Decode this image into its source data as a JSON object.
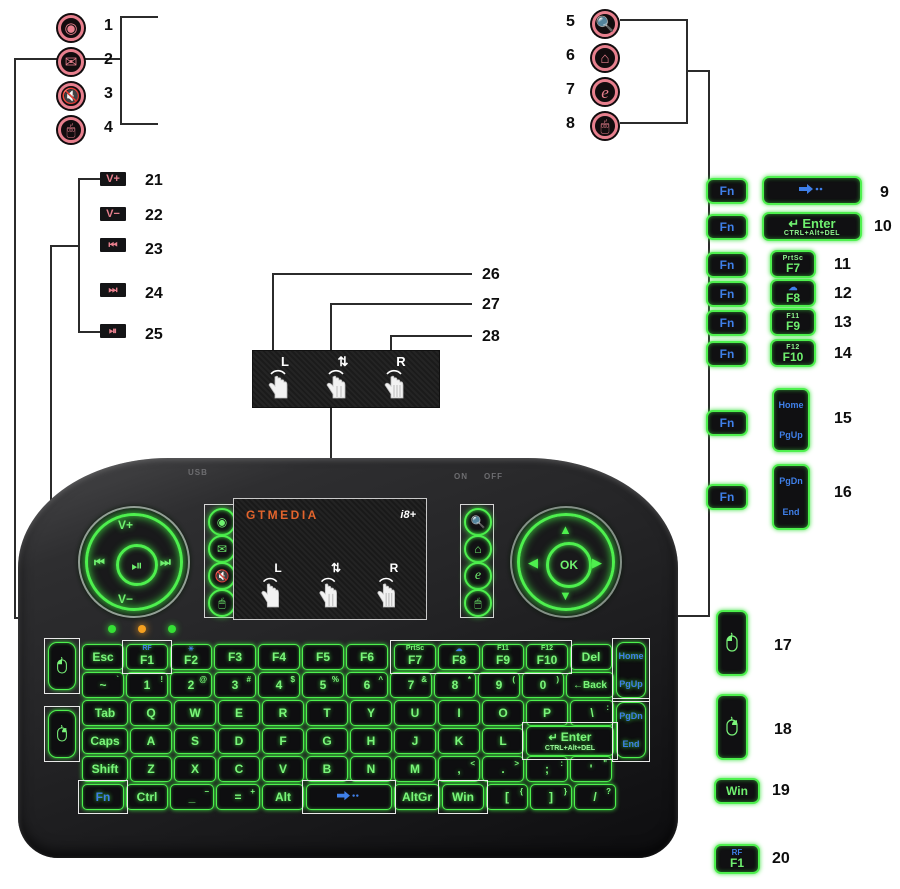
{
  "document": {
    "title": "GTMEDIA i8+ Wireless Mini Keyboard — Parts Diagram",
    "brand": "GTMEDIA",
    "model": "i8+"
  },
  "callouts_top_left": [
    {
      "num": "1",
      "icon": "media-player-icon",
      "meaning": "Media player"
    },
    {
      "num": "2",
      "icon": "email-icon",
      "meaning": "Email"
    },
    {
      "num": "3",
      "icon": "mute-icon",
      "meaning": "Mute"
    },
    {
      "num": "4",
      "icon": "mouse-icon",
      "meaning": "Mouse mode"
    }
  ],
  "callouts_top_right": [
    {
      "num": "5",
      "icon": "search-icon",
      "meaning": "Search"
    },
    {
      "num": "6",
      "icon": "home-icon",
      "meaning": "Home"
    },
    {
      "num": "7",
      "icon": "browser-e-icon",
      "meaning": "Internet browser"
    },
    {
      "num": "8",
      "icon": "mouse-icon",
      "meaning": "Mouse pointer"
    }
  ],
  "media_callouts": [
    {
      "num": "21",
      "label": "V+",
      "icon": "volume-up-icon"
    },
    {
      "num": "22",
      "label": "V−",
      "icon": "volume-down-icon"
    },
    {
      "num": "23",
      "label": "⏮",
      "icon": "previous-track-icon"
    },
    {
      "num": "24",
      "label": "⏭",
      "icon": "next-track-icon"
    },
    {
      "num": "25",
      "label": "⏯",
      "icon": "play-pause-icon"
    }
  ],
  "touchpad_callouts": [
    {
      "num": "26",
      "label": "L",
      "icon": "left-click-hand-icon"
    },
    {
      "num": "27",
      "label": "⇅",
      "icon": "scroll-hand-icon"
    },
    {
      "num": "28",
      "label": "R",
      "icon": "right-click-hand-icon"
    }
  ],
  "fn_combos": [
    {
      "num": "9",
      "fn": "Fn",
      "key_main": "",
      "key_top": "",
      "key_sub": "",
      "icon": "spacebar-swipe-icon",
      "shape": "wide"
    },
    {
      "num": "10",
      "fn": "Fn",
      "key_main": "Enter",
      "key_top": "",
      "key_sub": "CTRL+Alt+DEL",
      "icon": "enter-arrow-icon",
      "shape": "wide"
    },
    {
      "num": "11",
      "fn": "Fn",
      "key_main": "F7",
      "key_top": "PrtSc",
      "key_sub": "",
      "icon": "",
      "shape": "small"
    },
    {
      "num": "12",
      "fn": "Fn",
      "key_main": "F8",
      "key_top": "",
      "key_sub": "",
      "icon": "wifi-off-icon",
      "shape": "small"
    },
    {
      "num": "13",
      "fn": "Fn",
      "key_main": "F9",
      "key_top": "F11",
      "key_sub": "",
      "icon": "",
      "shape": "small"
    },
    {
      "num": "14",
      "fn": "Fn",
      "key_main": "F10",
      "key_top": "F12",
      "key_sub": "",
      "icon": "",
      "shape": "small"
    },
    {
      "num": "15",
      "fn": "Fn",
      "key_main": "Home",
      "key_top": "",
      "key_sub": "PgUp",
      "icon": "",
      "shape": "tall"
    },
    {
      "num": "16",
      "fn": "Fn",
      "key_main": "PgDn",
      "key_top": "",
      "key_sub": "End",
      "icon": "",
      "shape": "tall"
    }
  ],
  "single_keys": [
    {
      "num": "17",
      "label": "",
      "icon": "mouse-left-icon",
      "shape": "tall"
    },
    {
      "num": "18",
      "label": "",
      "icon": "mouse-right-icon",
      "shape": "tall"
    },
    {
      "num": "19",
      "label": "Win",
      "icon": "",
      "shape": "small"
    },
    {
      "num": "20",
      "label": "F1",
      "top": "RF",
      "icon": "",
      "shape": "small"
    }
  ],
  "device": {
    "port_label": "USB",
    "switch_on": "ON",
    "switch_off": "OFF",
    "ring": {
      "up": "V+",
      "down": "V−",
      "left": "⏮",
      "right": "⏭",
      "center": "⏯"
    },
    "dpad": {
      "ok": "OK",
      "up": "▲",
      "down": "▼",
      "left": "◀",
      "right": "▶"
    },
    "left_icons": [
      "media-player-icon",
      "email-icon",
      "mute-icon",
      "mouse-icon"
    ],
    "right_icons": [
      "search-icon",
      "home-icon",
      "browser-e-icon",
      "mouse-icon"
    ],
    "touchpad_gestures": [
      {
        "label": "L",
        "icon": "left-click-hand-icon"
      },
      {
        "label": "⇅",
        "icon": "scroll-hand-icon"
      },
      {
        "label": "R",
        "icon": "right-click-hand-icon"
      }
    ],
    "leds": [
      {
        "name": "power-led",
        "color": "#35e035"
      },
      {
        "name": "charge-led",
        "color": "#f5a020"
      },
      {
        "name": "link-led",
        "color": "#35e035"
      }
    ],
    "keyboard_rows": [
      [
        {
          "main": "Esc",
          "w": 40
        },
        {
          "main": "F1",
          "top": "RF",
          "topblue": true,
          "w": 40
        },
        {
          "main": "F2",
          "top": "☀",
          "topblue": true,
          "w": 40
        },
        {
          "main": "F3",
          "w": 40
        },
        {
          "main": "F4",
          "w": 40
        },
        {
          "main": "F5",
          "w": 40
        },
        {
          "main": "F6",
          "w": 40
        },
        {
          "main": "F7",
          "top": "PrtSc",
          "w": 40
        },
        {
          "main": "F8",
          "top": "☁",
          "topblue": true,
          "w": 40
        },
        {
          "main": "F9",
          "top": "F11",
          "w": 40
        },
        {
          "main": "F10",
          "top": "F12",
          "w": 40
        },
        {
          "main": "Del",
          "w": 40
        }
      ],
      [
        {
          "main": "~",
          "sup": "`",
          "w": 40
        },
        {
          "main": "1",
          "sup": "!",
          "w": 40
        },
        {
          "main": "2",
          "sup": "@",
          "w": 40
        },
        {
          "main": "3",
          "sup": "#",
          "w": 40
        },
        {
          "main": "4",
          "sup": "$",
          "w": 40
        },
        {
          "main": "5",
          "sup": "%",
          "w": 40
        },
        {
          "main": "6",
          "sup": "^",
          "w": 40
        },
        {
          "main": "7",
          "sup": "&",
          "w": 40
        },
        {
          "main": "8",
          "sup": "*",
          "w": 40
        },
        {
          "main": "9",
          "sup": "(",
          "w": 40
        },
        {
          "main": "0",
          "sup": ")",
          "w": 40
        },
        {
          "main": "Back",
          "w": 46
        }
      ],
      [
        {
          "main": "Tab",
          "w": 44
        },
        {
          "main": "Q",
          "w": 40
        },
        {
          "main": "W",
          "w": 40
        },
        {
          "main": "E",
          "w": 40
        },
        {
          "main": "R",
          "w": 40
        },
        {
          "main": "T",
          "w": 40
        },
        {
          "main": "Y",
          "w": 40
        },
        {
          "main": "U",
          "w": 40
        },
        {
          "main": "I",
          "w": 40
        },
        {
          "main": "O",
          "w": 40
        },
        {
          "main": "P",
          "w": 40
        },
        {
          "main": "\\",
          "sup": ":",
          "w": 42
        }
      ],
      [
        {
          "main": "Caps",
          "w": 44
        },
        {
          "main": "A",
          "w": 40
        },
        {
          "main": "S",
          "w": 40
        },
        {
          "main": "D",
          "w": 40
        },
        {
          "main": "F",
          "w": 40
        },
        {
          "main": "G",
          "w": 40
        },
        {
          "main": "H",
          "w": 40
        },
        {
          "main": "J",
          "w": 40
        },
        {
          "main": "K",
          "w": 40
        },
        {
          "main": "L",
          "w": 40
        },
        {
          "main": "Enter",
          "sub": "CTRL+Alt+DEL",
          "w": 86
        }
      ],
      [
        {
          "main": "Shift",
          "w": 44
        },
        {
          "main": "Z",
          "w": 40
        },
        {
          "main": "X",
          "w": 40
        },
        {
          "main": "C",
          "w": 40
        },
        {
          "main": "V",
          "w": 40
        },
        {
          "main": "B",
          "w": 40
        },
        {
          "main": "N",
          "w": 40
        },
        {
          "main": "M",
          "w": 40
        },
        {
          "main": ",",
          "sup": "<",
          "w": 40
        },
        {
          "main": ".",
          "sup": ">",
          "w": 40
        },
        {
          "main": ";",
          "sup": ":",
          "w": 40
        },
        {
          "main": "'",
          "sup": "\"",
          "w": 40
        }
      ],
      [
        {
          "main": "Fn",
          "w": 40,
          "blue": true
        },
        {
          "main": "Ctrl",
          "w": 40
        },
        {
          "main": "_",
          "sup": "−",
          "w": 42
        },
        {
          "main": "=",
          "sup": "+",
          "w": 42
        },
        {
          "main": "Alt",
          "w": 40
        },
        {
          "main": "",
          "icon": "spacebar-swipe-icon",
          "w": 84
        },
        {
          "main": "AltGr",
          "w": 44
        },
        {
          "main": "Win",
          "w": 40
        },
        {
          "main": "[",
          "sup": "{",
          "w": 40
        },
        {
          "main": "]",
          "sup": "}",
          "w": 40
        },
        {
          "main": "/",
          "sup": "?",
          "w": 40
        }
      ]
    ],
    "side_keys_right": [
      {
        "main": "Home",
        "sub": "PgUp"
      },
      {
        "main": "PgDn",
        "sub": "End"
      }
    ],
    "side_keys_left": [
      {
        "icon": "mouse-left-icon"
      },
      {
        "icon": "mouse-right-icon"
      }
    ]
  }
}
